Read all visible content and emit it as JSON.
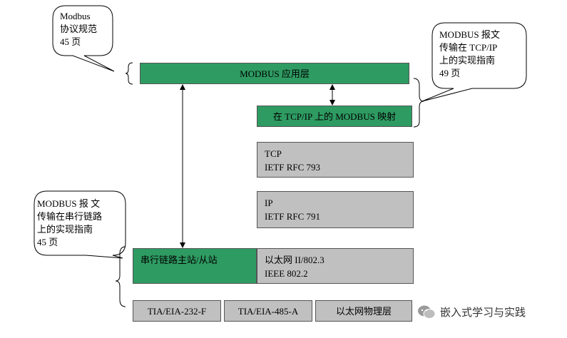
{
  "callouts": {
    "top_left": {
      "lines": [
        "Modbus",
        "协议规范",
        "45 页"
      ]
    },
    "top_right": {
      "lines": [
        "MODBUS 报文",
        "传输在 TCP/IP",
        "上的实现指南",
        "49 页"
      ]
    },
    "bottom_left": {
      "lines": [
        "MODBUS  报 文",
        "传输在串行链路",
        "上的实现指南",
        "45 页"
      ]
    }
  },
  "layers": {
    "application": "MODBUS 应用层",
    "tcpip_mapping": "在 TCP/IP 上的 MODBUS 映射",
    "tcp": {
      "line1": "TCP",
      "line2": "IETF RFC 793"
    },
    "ip": {
      "line1": "IP",
      "line2": "IETF RFC 791"
    },
    "serial_master_slave": "串行链路主站/从站",
    "ethernet": {
      "line1": "以太网 II/802.3",
      "line2": "IEEE 802.2"
    },
    "phy_232": "TIA/EIA-232-F",
    "phy_485": "TIA/EIA-485-A",
    "phy_ethernet": "以太网物理层"
  },
  "watermark": {
    "text": "嵌入式学习与实践"
  },
  "colors": {
    "green": "#2e9b62",
    "grey": "#c0c0c0",
    "line": "#000000"
  }
}
